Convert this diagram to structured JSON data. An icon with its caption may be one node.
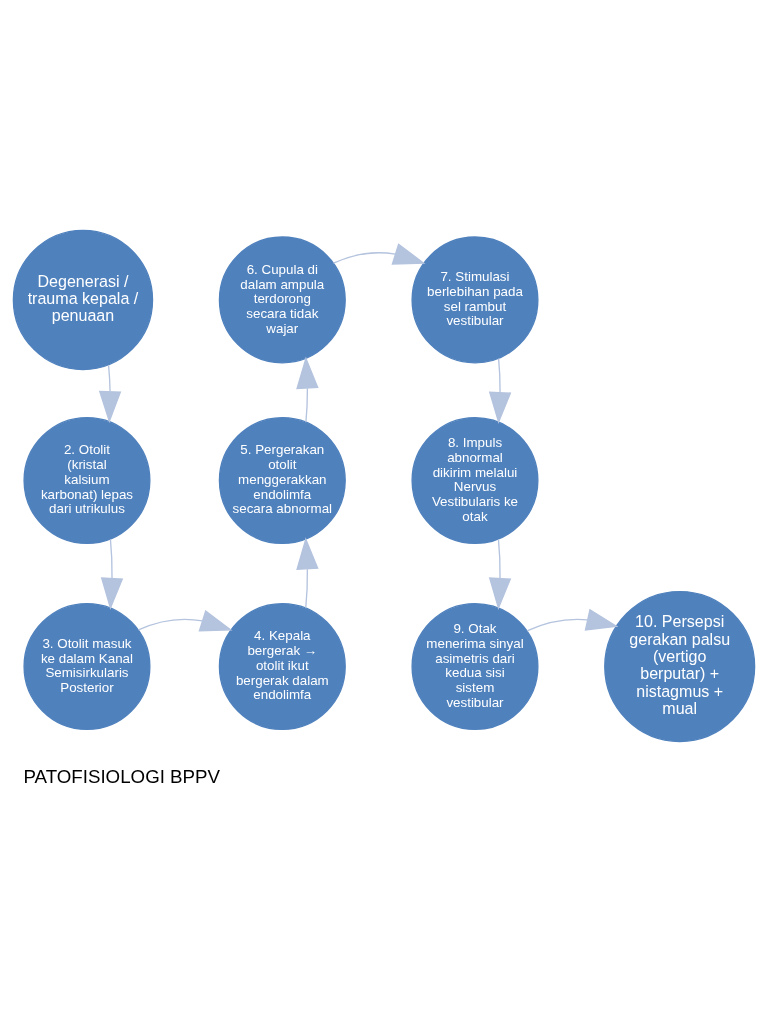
{
  "diagram": {
    "caption": "PATOFISIOLOGI BPPV",
    "nodes": [
      {
        "text": [
          "Degenerasi / trauma kepala / penuaan"
        ]
      },
      {
        "text": [
          "2. Otolit (kristal kalsium karbonat) lepas dari utrikulus"
        ]
      },
      {
        "text": [
          "3. Otolit masuk ke dalam Kanal Semisirkularis Posterior"
        ]
      },
      {
        "text": [
          "4. Kepala bergerak → otolit ikut bergerak dalam endolimfa"
        ]
      },
      {
        "text": [
          "5. Pergerakan otolit menggerakkan endolimfa secara abnormal"
        ]
      },
      {
        "text": [
          "6. Cupula di dalam ampula terdorong secara tidak wajar"
        ]
      },
      {
        "text": [
          "7. Stimulasi berlebihan pada sel rambut vestibular"
        ]
      },
      {
        "text": [
          "8. Impuls abnormal dikirim melalui Nervus Vestibularis ke otak"
        ]
      },
      {
        "text": [
          "9. Otak menerima sinyal asimetris dari kedua sisi sistem vestibular"
        ]
      },
      {
        "text": [
          "10. Persepsi gerakan palsu (vertigo berputar) + nistagmus + mual"
        ]
      }
    ],
    "edges": [
      {
        "from": 0,
        "to": 1,
        "arrow": "to"
      },
      {
        "from": 1,
        "to": 2,
        "arrow": "to"
      },
      {
        "from": 2,
        "to": 3,
        "arrow": "to"
      },
      {
        "from": 3,
        "to": 4,
        "arrow": "to"
      },
      {
        "from": 4,
        "to": 5,
        "arrow": "to"
      },
      {
        "from": 5,
        "to": 6,
        "arrow": "to"
      },
      {
        "from": 6,
        "to": 7,
        "arrow": "to"
      },
      {
        "from": 7,
        "to": 8,
        "arrow": "to"
      },
      {
        "from": 8,
        "to": 9,
        "arrow": "to"
      }
    ]
  }
}
